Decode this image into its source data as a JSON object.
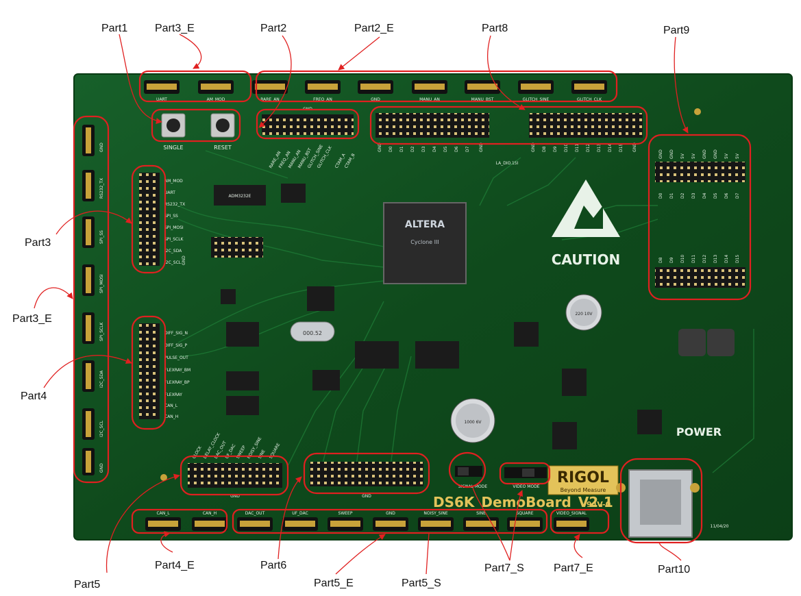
{
  "part_labels": {
    "part1": "Part1",
    "part2": "Part2",
    "part2_e": "Part2_E",
    "part3": "Part3",
    "part3_e_top": "Part3_E",
    "part3_e_left": "Part3_E",
    "part4": "Part4",
    "part4_e": "Part4_E",
    "part5": "Part5",
    "part5_e": "Part5_E",
    "part5_s": "Part5_S",
    "part6": "Part6",
    "part7_s": "Part7_S",
    "part7_e": "Part7_E",
    "part8": "Part8",
    "part9": "Part9",
    "part10": "Part10"
  },
  "board": {
    "top_connectors": [
      "UART",
      "AM_MOD",
      "RARE_AN",
      "FREQ_AN",
      "GND",
      "MANU_AN",
      "MANU_BST",
      "GLITCH_SINE",
      "GLITCH_CLK"
    ],
    "left_connectors": [
      "GND",
      "RS232_TX",
      "SPI_SS",
      "SPI_MOSI",
      "SPI_SCLK",
      "I2C_SDA",
      "I2C_SCL",
      "GND"
    ],
    "bottom_connectors": [
      "CAN_L",
      "CAN_H",
      "DAC_OUT",
      "UF_DAC",
      "SWEEP",
      "GND",
      "NOISY_SINE",
      "SINE",
      "SQUARE",
      "VIDEO_SIGNAL"
    ],
    "buttons": [
      "SINGLE",
      "RESET"
    ],
    "part3_header_signals": [
      "AM_MOD",
      "UART",
      "RS232_TX",
      "SPI_SS",
      "SPI_MOSI",
      "SPI_SCLK",
      "I2C_SDA",
      "I2C_SCL"
    ],
    "part4_header_signals": [
      "DIFF_SIG_N",
      "DIFF_SIG_P",
      "PULSE_OUT",
      "FLEXRAY_BM",
      "FLEXRAY_BP",
      "FLEXRAY",
      "CAN_L",
      "CAN_H"
    ],
    "part2_header_signals": [
      "RARE_AN",
      "FREQ_AN",
      "MANU_AN",
      "MANU_BST",
      "GLITCH_SINE",
      "GLITCH_CLK",
      "CTAM_A",
      "CTAM_B"
    ],
    "part8_left_signals": [
      "GND",
      "D0",
      "D1",
      "D2",
      "D3",
      "D4",
      "D5",
      "D6",
      "D7",
      "GND"
    ],
    "part8_right_signals": [
      "GND",
      "D8",
      "D9",
      "D10",
      "D11",
      "D12",
      "D13",
      "D14",
      "D15",
      "GND"
    ],
    "part9_top_signals": [
      "GND",
      "GND",
      "5V",
      "5V",
      "GND",
      "GND",
      "5V",
      "5V"
    ],
    "part9_mid_signals": [
      "D0",
      "D1",
      "D2",
      "D3",
      "D4",
      "D5",
      "D6",
      "D7"
    ],
    "part9_lower_signals": [
      "D8",
      "D9",
      "D10",
      "D11",
      "D12",
      "D13",
      "D14",
      "D15"
    ],
    "part5_header_signals": [
      "CLOCK",
      "DELAY_CLOCK",
      "DAC_OUT",
      "UF_DAC",
      "SWEEP",
      "NOISY_SINE",
      "SINE",
      "SQUARE"
    ],
    "gnd_label": "GND",
    "la_label": "LA_DIO.15I",
    "caution": "CAUTION",
    "power": "POWER",
    "brand": "RIGOL",
    "brand_tagline": "Beyond Measure",
    "board_name": "DS6K_DemoBoard_V2.1",
    "board_rev": "94V-0",
    "date_code": "11/04/20",
    "fpga_brand": "ALTERA",
    "fpga_family": "Cyclone III",
    "crystal": "000.52",
    "jumper_left_label": "SIGNAL MODE",
    "jumper_right_label": "VIDEO MODE",
    "cap_large": "1000 6V",
    "cap_small": "220 10V",
    "chip_label": "ADM3232E"
  },
  "colors": {
    "pcb": "#0f4a1c",
    "pcb_edge": "#0a3a14",
    "callout": "#e02020",
    "silkscreen": "#e8f2e8",
    "header_pins": "#1a1a1a",
    "gold": "#c8a23a"
  }
}
